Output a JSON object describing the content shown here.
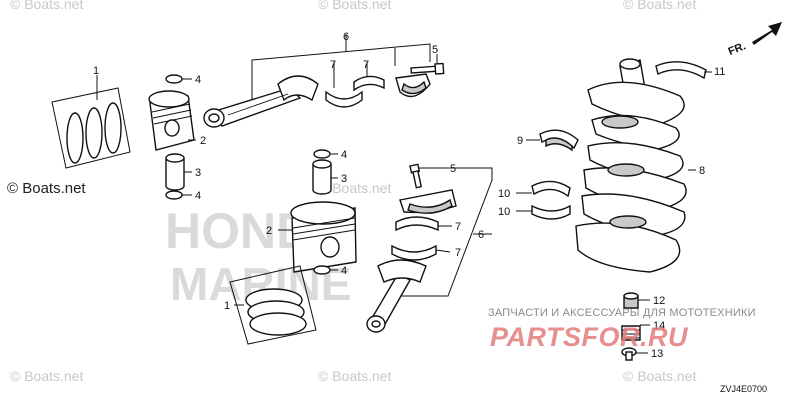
{
  "watermarks": {
    "tl": "© Boats.net",
    "tc": "© Boats.net",
    "tr": "© Boats.net",
    "ml": "© Boats.net",
    "mc": "© Boats.net",
    "bl": "© Boats.net",
    "bc": "© Boats.net",
    "br": "© Boats.net"
  },
  "background_brand": {
    "line1": "HONDA",
    "line2": "MARINE"
  },
  "callouts": {
    "left_rings": "1",
    "left_piston": "2",
    "left_pin": "3",
    "left_clip_top": "4",
    "left_clip_bottom": "4",
    "upper_bolt": "5",
    "upper_rod_set": "6",
    "upper_bearing_a": "7",
    "upper_bearing_b": "7",
    "center_clip_top": "4",
    "center_pin": "3",
    "center_piston": "2",
    "center_clip_bottom": "4",
    "center_rings": "1",
    "lower_bolt": "5",
    "lower_rod_set": "6",
    "lower_bearing_a": "7",
    "lower_bearing_b": "7",
    "crank_bearing_9": "9",
    "crank_thrust_a": "10",
    "crank_thrust_b": "10",
    "crank_bearing_11": "11",
    "crankshaft": "8",
    "fitting_12": "12",
    "fitting_14": "14",
    "fitting_13": "13"
  },
  "front_indicator": "FR.",
  "ru_tagline": "ЗАПЧАСТИ И АКСЕССУАРЫ ДЛЯ МОТОТЕХНИКИ",
  "ru_logo": "PARTSFOR.RU",
  "diagram_code": "ZVJ4E0700",
  "colors": {
    "line": "#111111",
    "watermark": "#c8c8c8",
    "logo_red": "#e37b7b",
    "part_shade": "#c9c9c9"
  }
}
